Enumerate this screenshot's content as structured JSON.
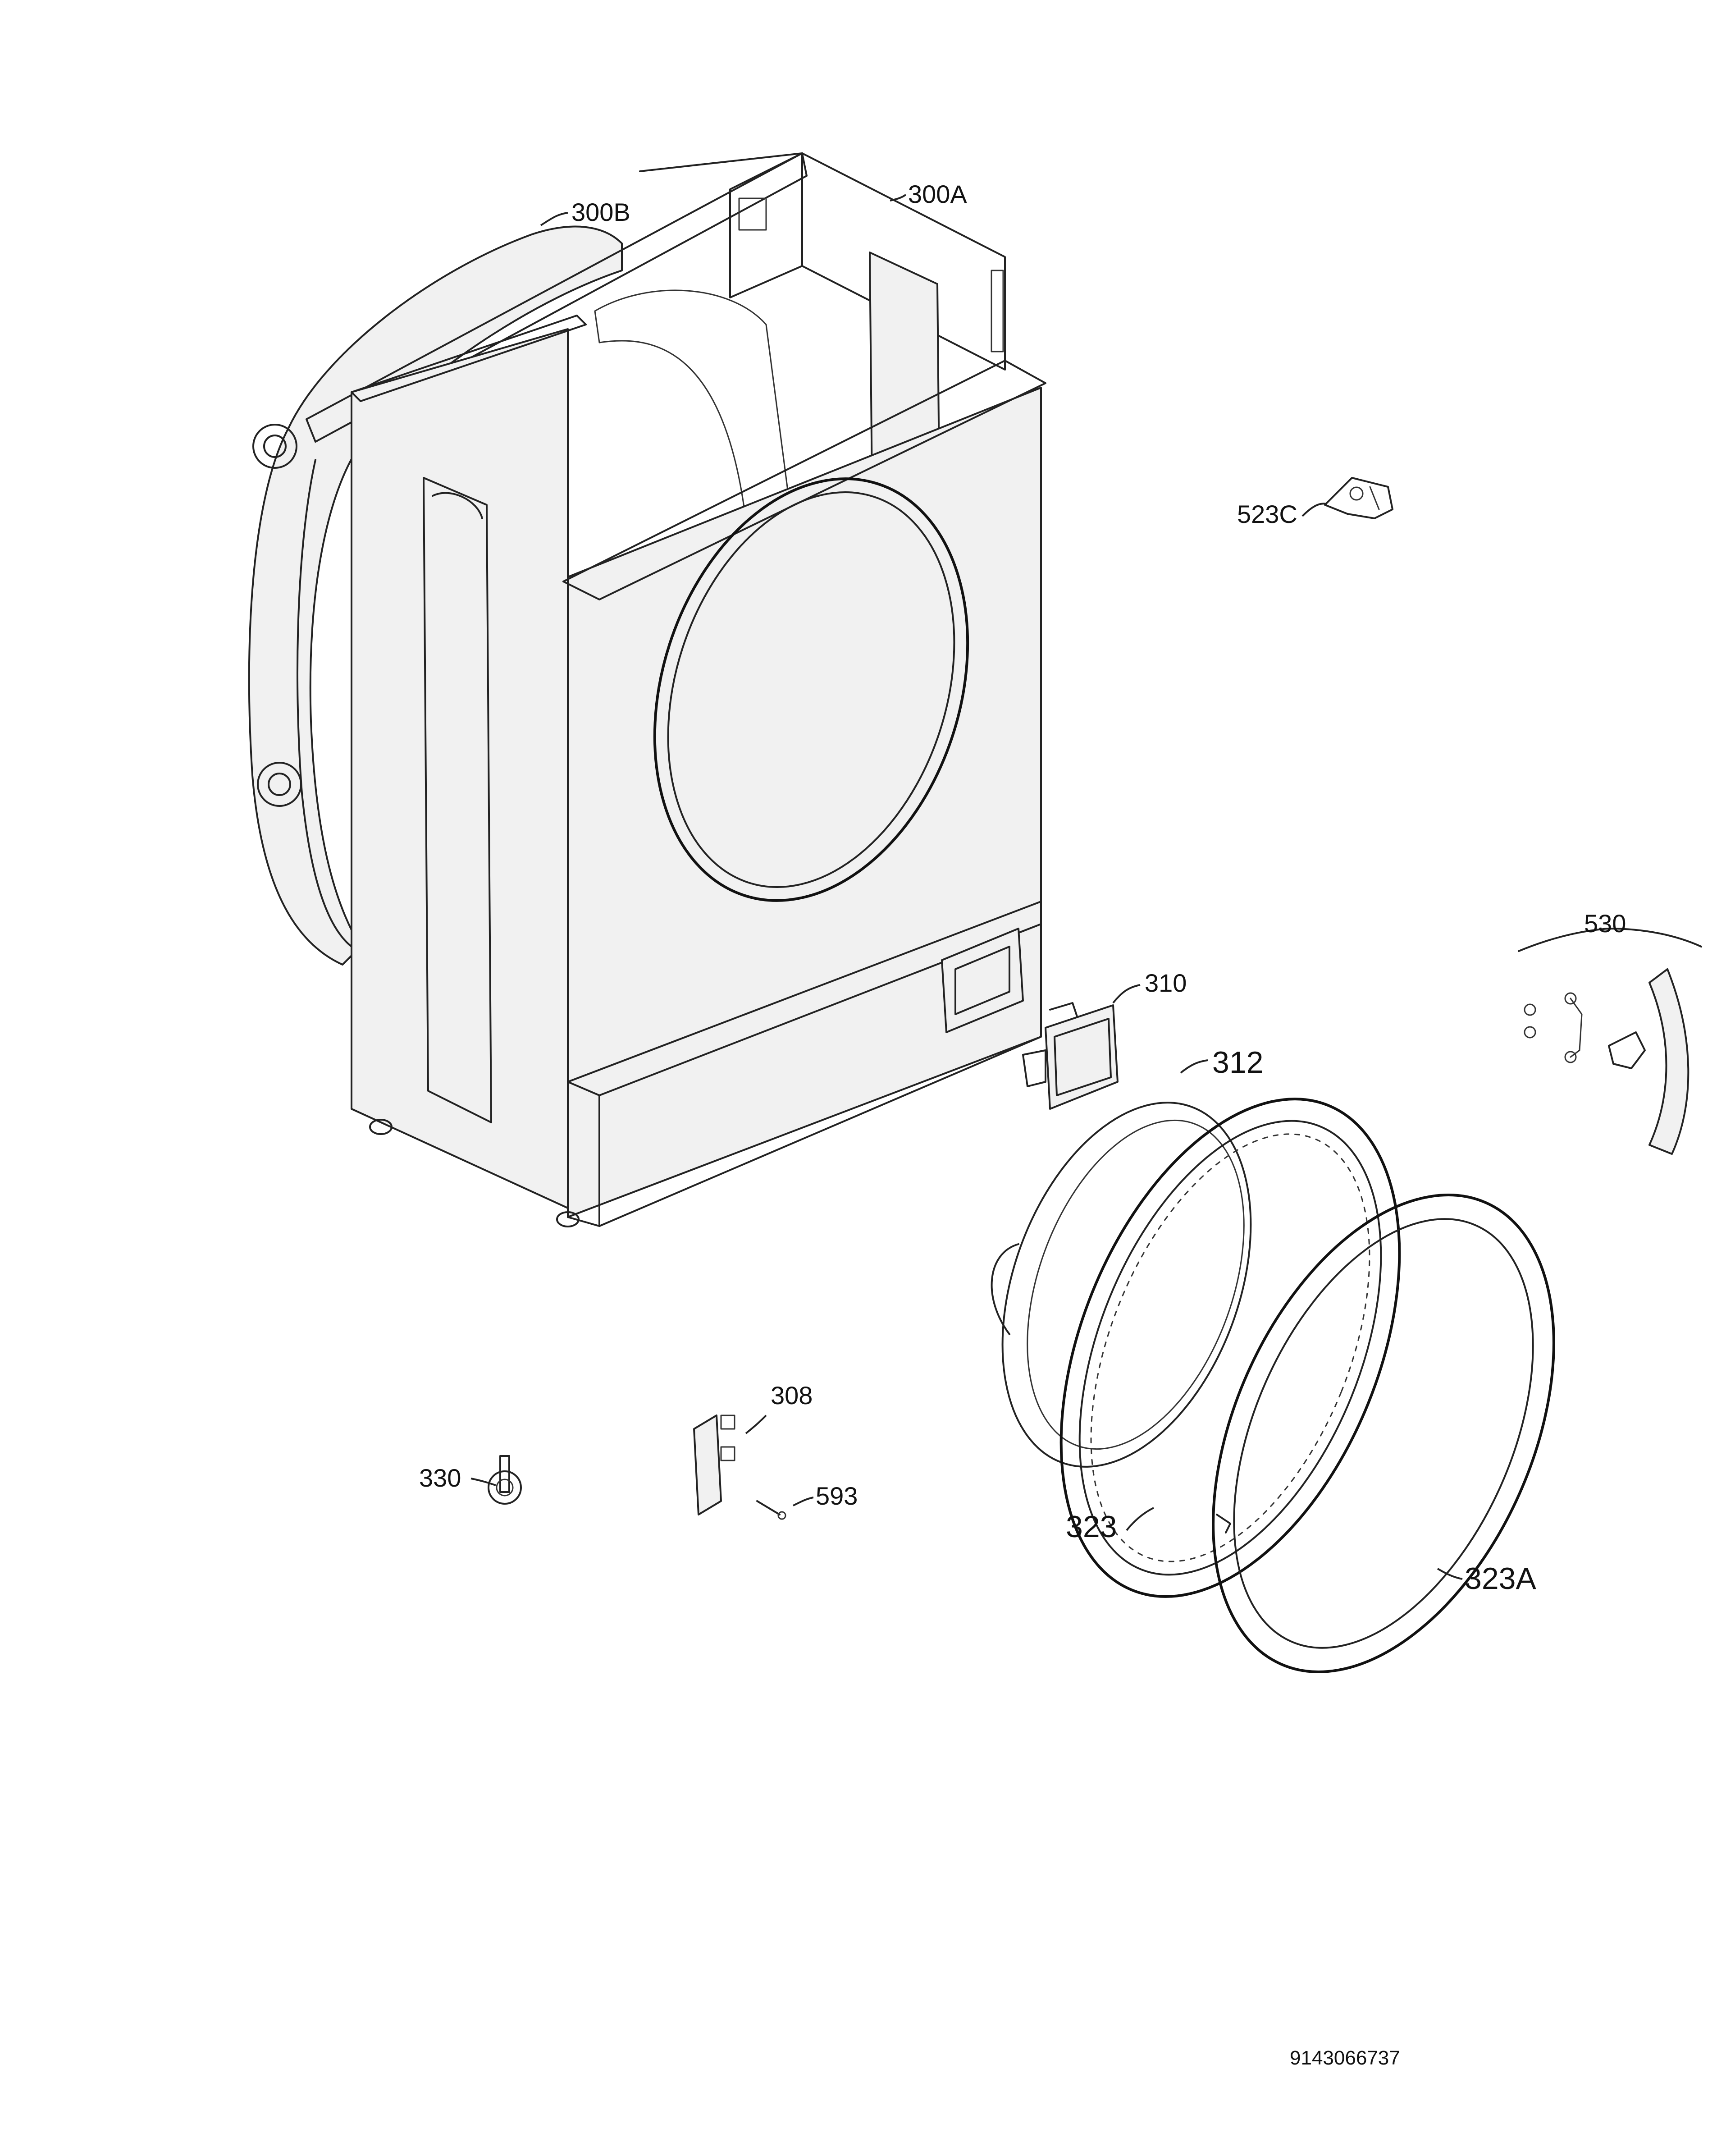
{
  "diagram": {
    "drawing_number": "9143066737",
    "callouts": {
      "p300B": "300B",
      "p300A": "300A",
      "p523C": "523C",
      "p530": "530",
      "p310": "310",
      "p312": "312",
      "p308": "308",
      "p330": "330",
      "p593": "593",
      "p323": "323",
      "p323A": "323A"
    }
  }
}
